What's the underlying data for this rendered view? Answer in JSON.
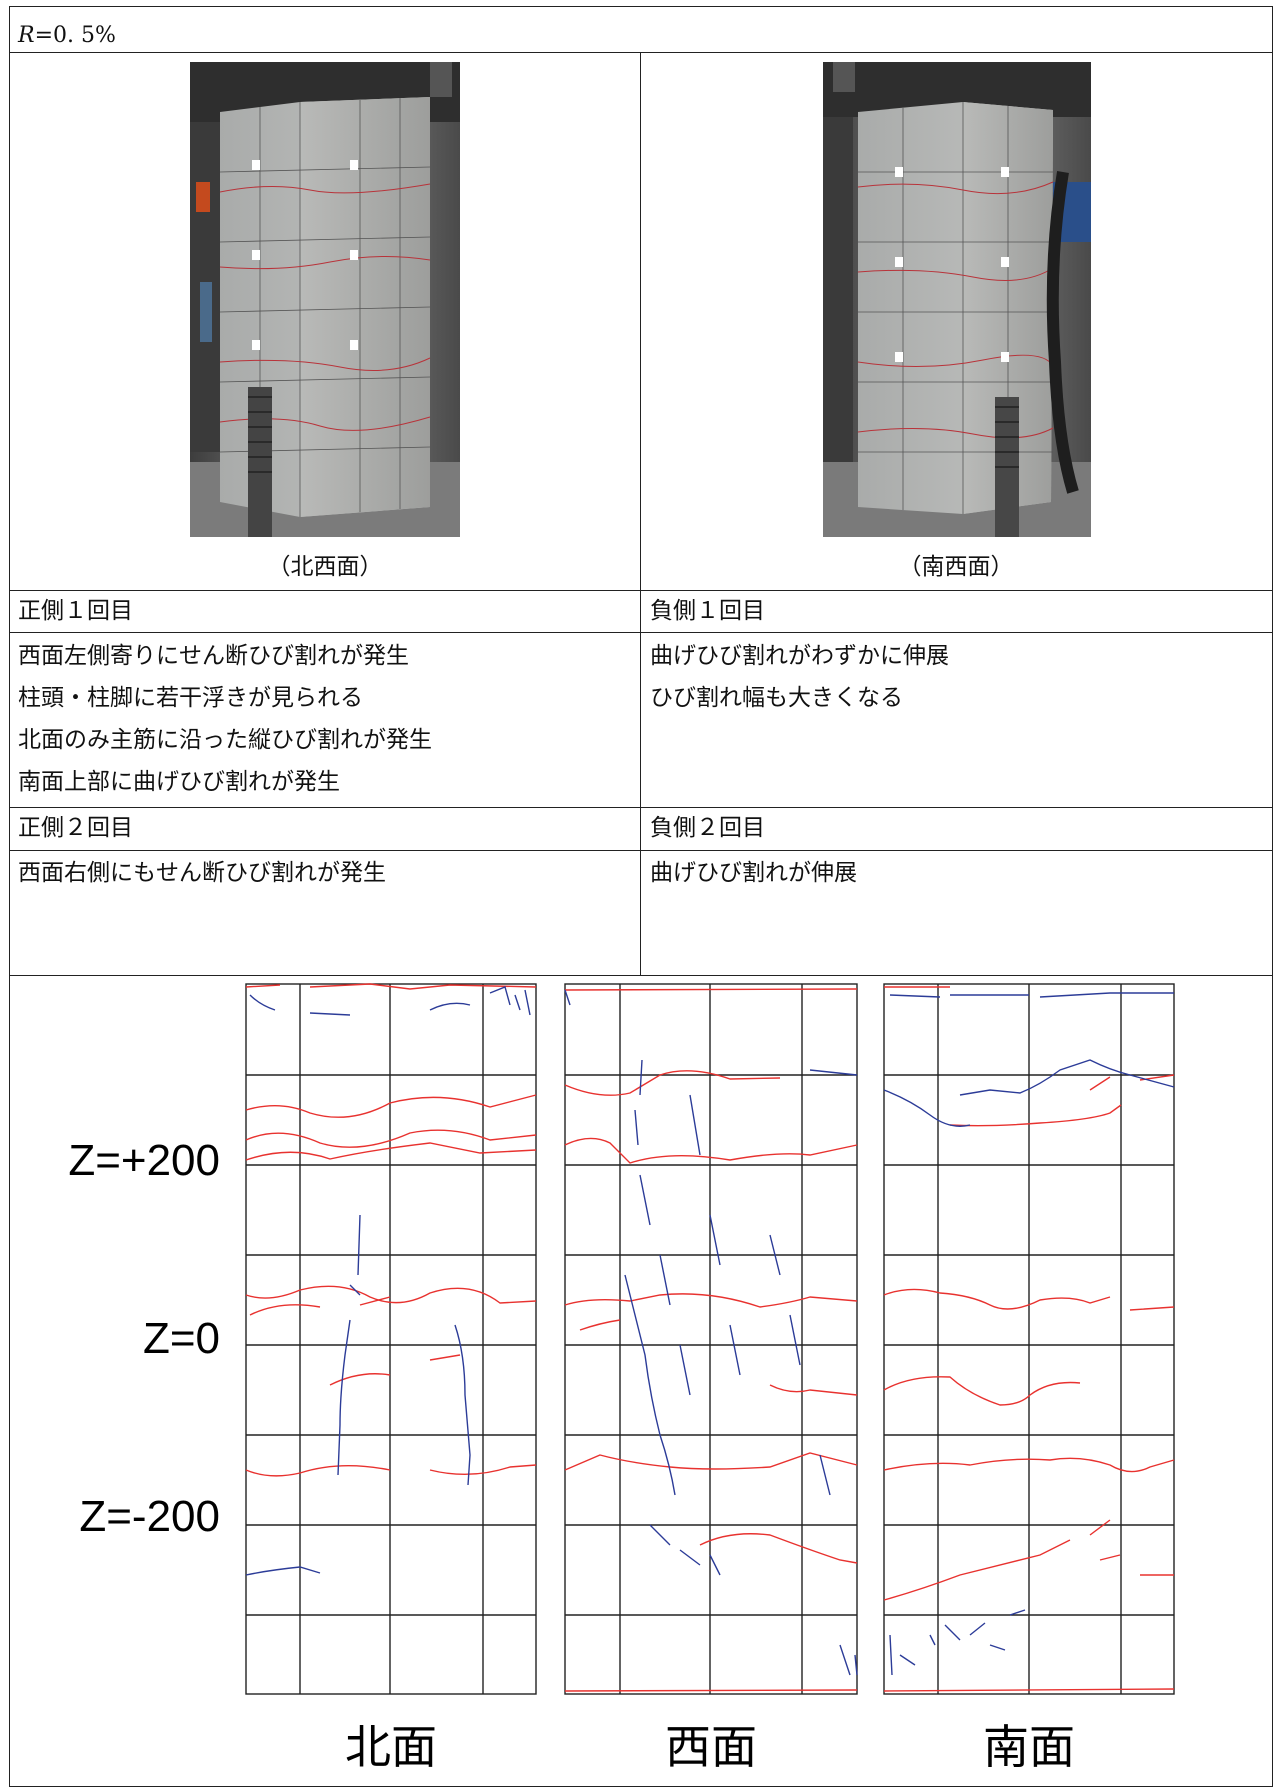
{
  "header": {
    "r_symbol": "R",
    "r_value": "=0. 5%"
  },
  "photos": {
    "left_caption": "（北西面）",
    "right_caption": "（南西面）"
  },
  "rows": {
    "pos1_title": "正側１回目",
    "neg1_title": "負側１回目",
    "pos1_lines": [
      "西面左側寄りにせん断ひび割れが発生",
      "柱頭・柱脚に若干浮きが見られる",
      "北面のみ主筋に沿った縦ひび割れが発生",
      "南面上部に曲げひび割れが発生"
    ],
    "neg1_lines": [
      "曲げひび割れがわずかに伸展",
      "ひび割れ幅も大きくなる"
    ],
    "pos2_title": "正側２回目",
    "neg2_title": "負側２回目",
    "pos2_lines": [
      "西面右側にもせん断ひび割れが発生"
    ],
    "neg2_lines": [
      "曲げひび割れが伸展"
    ]
  },
  "diagram": {
    "z_labels": [
      "Z=+200",
      "Z=0",
      "Z=-200"
    ],
    "faces": [
      "北面",
      "西面",
      "南面"
    ],
    "colors": {
      "flexural": "#e8322f",
      "shear": "#2c3c98",
      "grid": "#222222"
    }
  }
}
